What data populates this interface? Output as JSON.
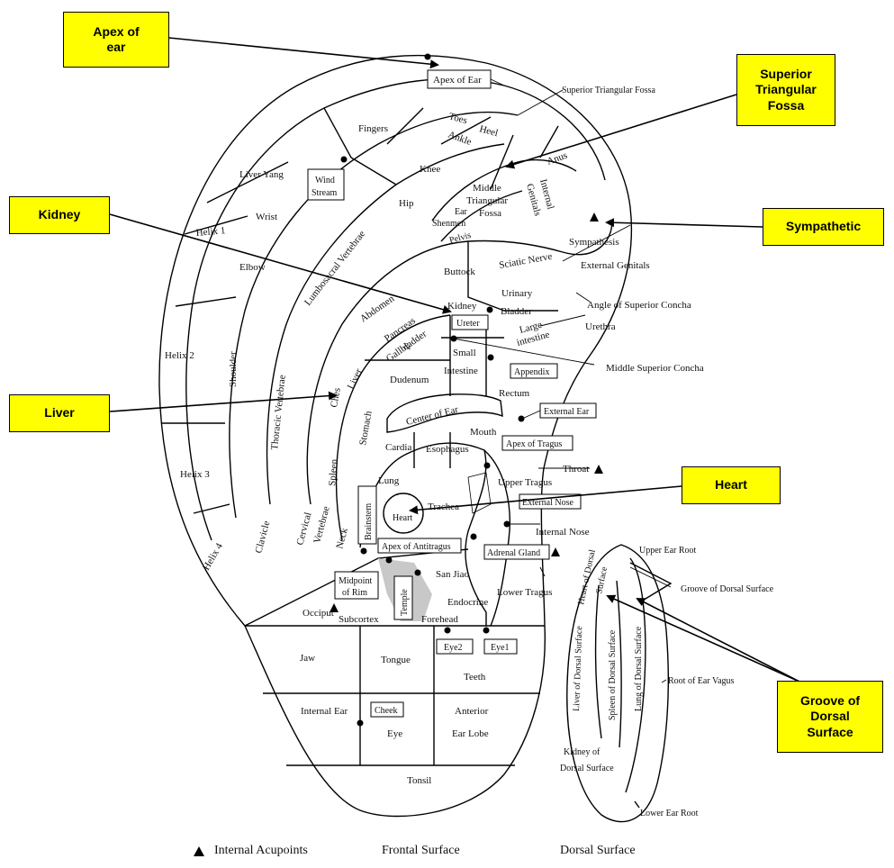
{
  "callouts": {
    "apex_of_ear": "Apex of\near",
    "superior_triangular_fossa": "Superior\nTriangular\nFossa",
    "kidney": "Kidney",
    "sympathetic": "Sympathetic",
    "liver": "Liver",
    "heart": "Heart",
    "groove_of_dorsal_surface": "Groove of\nDorsal\nSurface"
  },
  "labels": {
    "apex_of_ear": "Apex of Ear",
    "superior_triangular_fossa": "Superior Triangular Fossa",
    "fingers": "Fingers",
    "toes": "Toes",
    "heel": "Heel",
    "ankle": "Ankle",
    "anus": "Anus",
    "liver_yang": "Liver Yang",
    "wind_stream_1": "Wind",
    "wind_stream_2": "Stream",
    "knee": "Knee",
    "middle_triangular_fossa_1": "Middle",
    "middle_triangular_fossa_2": "Triangular",
    "middle_triangular_fossa_3": "Fossa",
    "internal_genitals_1": "Internal",
    "internal_genitals_2": "Genitals",
    "wrist": "Wrist",
    "hip": "Hip",
    "ear_shenmen_1": "Ear",
    "ear_shenmen_2": "Shenmen",
    "pelvis": "Pelvis",
    "helix_1": "Helix 1",
    "sympathesis": "Sympathesis",
    "elbow": "Elbow",
    "lumbosacral_vertebrae": "Lumbosacral Vertebrae",
    "buttock": "Buttock",
    "sciatic_nerve": "Sciatic Nerve",
    "external_genitals": "External  Genitals",
    "abdomen": "Abdomen",
    "kidney": "Kidney",
    "urinary": "Urinary",
    "bladder": "Bladder",
    "angle_of_superior_concha": "Angle of Superior Concha",
    "ureter": "Ureter",
    "urethra": "Urethra",
    "pancreas_1": "Pancreas",
    "pancreas_2": "&",
    "pancreas_3": "Gallbladder",
    "large_intestine_1": "Large",
    "large_intestine_2": "intestine",
    "helix_2": "Helix 2",
    "small": "Small",
    "intestine": "Intestine",
    "middle_superior_concha": "Middle Superior Concha",
    "shoulder": "Shoulder",
    "thoracic_vertebrae": "Thoracic Vertebrae",
    "chest": "Ches",
    "liver": "Liver",
    "duodenum": "Dudenum",
    "appendix": "Appendix",
    "rectum": "Rectum",
    "center_of_ear": "Center of Ear",
    "external_ear": "External Ear",
    "stomach": "Stomach",
    "mouth": "Mouth",
    "cardia": "Cardia",
    "esophagus": "Esophagus",
    "apex_of_tragus": "Apex of Tragus",
    "helix_3": "Helix 3",
    "spleen": "Spleen",
    "lung": "Lung",
    "upper_tragus": "Upper Tragus",
    "throat": "Throat",
    "brainstem": "Brainstem",
    "trachea": "Trachea",
    "heart": "Heart",
    "external_nose": "External Nose",
    "neck": "Neck",
    "vertebrae": "Vertebrae",
    "cervical": "Cervical",
    "internal_nose": "Internal Nose",
    "helix_4": "Helix 4",
    "clavicle": "Clavicle",
    "apex_of_antitragus": "Apex of Antitragus",
    "adrenal_gland": "Adrenal Gland",
    "san_jiao": "San Jiao",
    "midpoint_of_rim_1": "Midpoint",
    "midpoint_of_rim_2": "of Rim",
    "temple": "Temple",
    "endocrine": "Endocrine",
    "lower_tragus": "Lower Tragus",
    "occiput": "Occiput",
    "subcortex": "Subcortex",
    "forehead": "Forehead",
    "jaw": "Jaw",
    "tongue": "Tongue",
    "eye2": "Eye2",
    "eye1": "Eye1",
    "teeth": "Teeth",
    "internal_ear": "Internal Ear",
    "cheek": "Cheek",
    "eye": "Eye",
    "anterior": "Anterior",
    "ear_lobe": "Ear Lobe",
    "tonsil": "Tonsil",
    "upper_ear_root": "Upper Ear Root",
    "heart_of_dorsal_surface_1": "Heart of Dorsal",
    "heart_of_dorsal_surface_2": "Surface",
    "groove_of_dorsal_surface": "Groove of Dorsal Surface",
    "liver_of_dorsal_surface": "Liver of Dorsal Surface",
    "spleen_of_dorsal_surface": "Spleen of Dorsal Surface",
    "lung_of_dorsal_surface": "Lung of Dorsal Surface",
    "root_of_ear_vagus": "Root of Ear Vagus",
    "kidney_of_dorsal_1": "Kidney of",
    "kidney_of_dorsal_2": "Dorsal Surface",
    "lower_ear_root": "Lower Ear Root"
  },
  "captions": {
    "internal_acupoints": "Internal Acupoints",
    "frontal_surface": "Frontal Surface",
    "dorsal_surface": "Dorsal Surface",
    "triangle_symbol": "▲"
  }
}
